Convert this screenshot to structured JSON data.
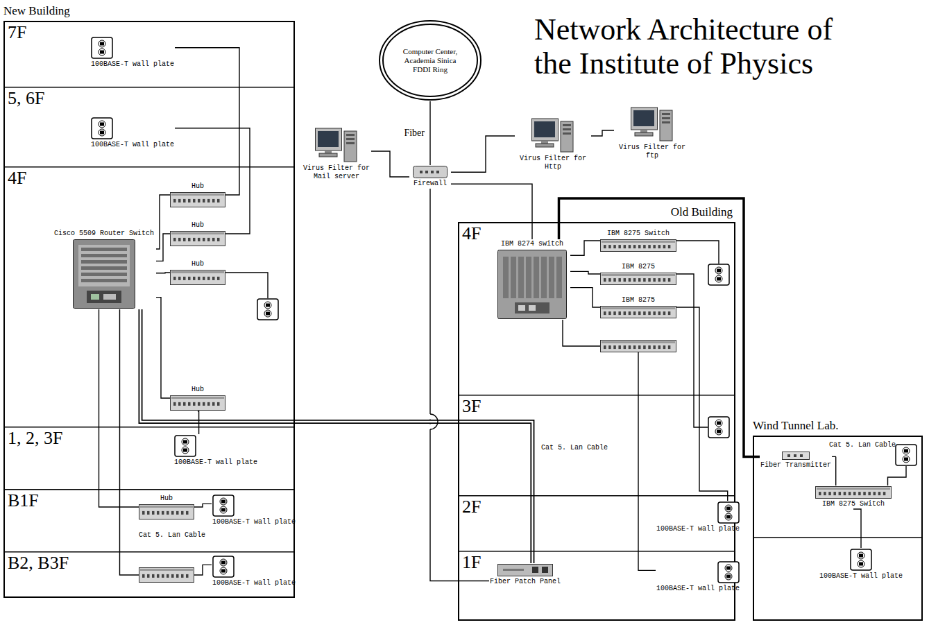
{
  "diagram": {
    "title": "Network Architecture of the Institute of Physics",
    "nodes": [
      {
        "text": [
          "Computer Center, Academia Sinica FDDI Ring"
        ]
      },
      {
        "text": [
          "Firewall"
        ]
      },
      {
        "text": [
          "Virus Filter for Mail server"
        ]
      },
      {
        "text": [
          "Virus Filter for Http"
        ]
      },
      {
        "text": [
          "Virus Filter for ftp"
        ]
      },
      {
        "text": [
          "New Building"
        ]
      },
      {
        "text": [
          "7F"
        ],
        "in": 5
      },
      {
        "text": [
          "5, 6F"
        ],
        "in": 5
      },
      {
        "text": [
          "4F"
        ],
        "in": 5
      },
      {
        "text": [
          "1, 2, 3F"
        ],
        "in": 5
      },
      {
        "text": [
          "B1F"
        ],
        "in": 5
      },
      {
        "text": [
          "B2, B3F"
        ],
        "in": 5
      },
      {
        "text": [
          "100BASE-T wall plate"
        ],
        "in": 6
      },
      {
        "text": [
          "100BASE-T wall plate"
        ],
        "in": 7
      },
      {
        "text": [
          "Cisco 5509 Router Switch"
        ],
        "in": 8
      },
      {
        "text": [
          "Hub"
        ],
        "in": 8
      },
      {
        "text": [
          "Hub"
        ],
        "in": 8
      },
      {
        "text": [
          "Hub"
        ],
        "in": 8
      },
      {
        "text": [
          "Hub"
        ],
        "in": 8
      },
      {
        "text": [
          "100BASE-T wall plate"
        ],
        "in": 9
      },
      {
        "text": [
          "Hub"
        ],
        "in": 10
      },
      {
        "text": [
          "100BASE-T wall plate"
        ],
        "in": 10
      },
      {
        "text": [
          "100BASE-T wall plate"
        ],
        "in": 11
      },
      {
        "text": [
          "Old Building"
        ]
      },
      {
        "text": [
          "4F"
        ],
        "in": 23
      },
      {
        "text": [
          "3F"
        ],
        "in": 23
      },
      {
        "text": [
          "2F"
        ],
        "in": 23
      },
      {
        "text": [
          "1F"
        ],
        "in": 23
      },
      {
        "text": [
          "IBM 8274",
          "switch"
        ],
        "in": 24
      },
      {
        "text": [
          "IBM 8275 Switch"
        ],
        "in": 24
      },
      {
        "text": [
          "IBM 8275"
        ],
        "in": 24
      },
      {
        "text": [
          "IBM 8275"
        ],
        "in": 24
      },
      {
        "text": [
          "100BASE-T wall plate"
        ],
        "in": 26
      },
      {
        "text": [
          "100BASE-T wall plate"
        ],
        "in": 27
      },
      {
        "text": [
          "Fiber Patch Panel"
        ],
        "in": 27
      },
      {
        "text": [
          "Wind Tunnel Lab."
        ]
      },
      {
        "text": [
          "Fiber Transmitter"
        ],
        "in": 35
      },
      {
        "text": [
          "IBM 8275 Switch"
        ],
        "in": 35
      },
      {
        "text": [
          "100BASE-T wall plate"
        ],
        "in": 35
      }
    ],
    "edges": [
      {
        "from": 0,
        "to": 1,
        "label": "Fiber",
        "arrow": "none"
      },
      {
        "from": 1,
        "to": 2,
        "arrow": "none"
      },
      {
        "from": 1,
        "to": 3,
        "arrow": "none"
      },
      {
        "from": 3,
        "to": 4,
        "arrow": "none"
      },
      {
        "from": 1,
        "to": 34,
        "arrow": "none"
      },
      {
        "from": 14,
        "to": 34,
        "arrow": "none"
      },
      {
        "from": 14,
        "to": 15,
        "arrow": "none"
      },
      {
        "from": 14,
        "to": 16,
        "arrow": "none"
      },
      {
        "from": 14,
        "to": 17,
        "arrow": "none"
      },
      {
        "from": 14,
        "to": 18,
        "arrow": "none"
      },
      {
        "from": 15,
        "to": 12,
        "arrow": "none"
      },
      {
        "from": 16,
        "to": 13,
        "arrow": "none"
      },
      {
        "from": 18,
        "to": 19,
        "arrow": "none"
      },
      {
        "from": 14,
        "to": 20,
        "arrow": "none"
      },
      {
        "from": 20,
        "to": 21,
        "arrow": "none"
      },
      {
        "from": 28,
        "to": 1,
        "arrow": "none"
      },
      {
        "from": 28,
        "to": 29,
        "arrow": "none"
      },
      {
        "from": 28,
        "to": 30,
        "arrow": "none"
      },
      {
        "from": 28,
        "to": 31,
        "arrow": "none"
      },
      {
        "from": 31,
        "to": 32,
        "arrow": "none"
      },
      {
        "from": 36,
        "to": 28,
        "arrow": "none"
      },
      {
        "from": 36,
        "to": 37,
        "arrow": "none"
      },
      {
        "from": 37,
        "to": 38,
        "arrow": "none"
      }
    ],
    "labels": [
      "Cat 5. Lan Cable",
      "Cat 5. Lan Cable",
      "Cat 5. Lan Cable"
    ]
  }
}
